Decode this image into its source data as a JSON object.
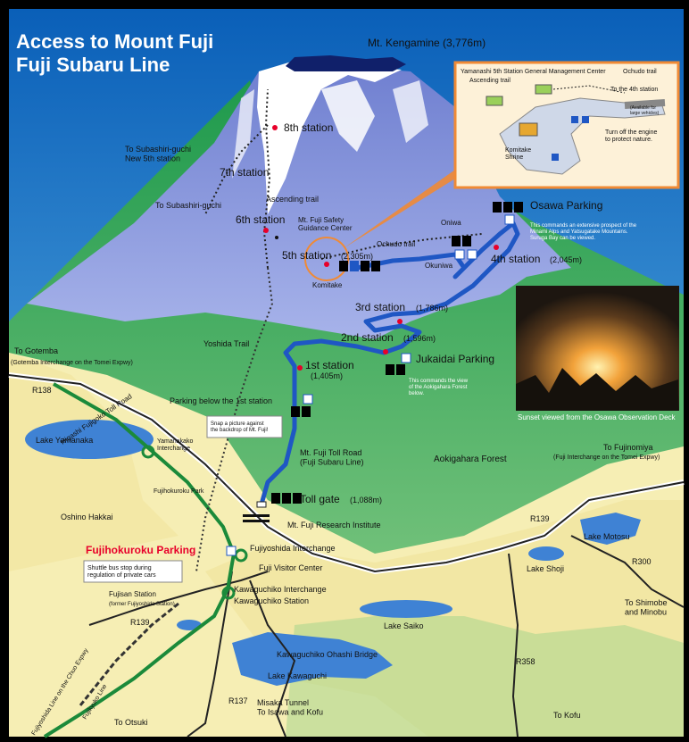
{
  "title": {
    "line1": "Access to Mount Fuji",
    "line2": "Fuji Subaru Line"
  },
  "summit": "Mt. Kengamine (3,776m)",
  "stations": {
    "s8": "8th station",
    "s7": "7th station",
    "s6": "6th station",
    "s5": "5th station",
    "s5_alt": "(2,305m)",
    "s4": "4th station",
    "s4_alt": "(2,045m)",
    "s3": "3rd station",
    "s3_alt": "(1,786m)",
    "s2": "2nd station",
    "s2_alt": "(1,596m)",
    "s1": "1st station",
    "s1_alt": "(1,405m)",
    "toll": "Toll gate",
    "toll_alt": "(1,088m)"
  },
  "labels": {
    "subashiri_new5": "To Subashiri-guchi\nNew 5th station",
    "subashiri": "To Subashiri-guchi",
    "ascending_trail": "Ascending trail",
    "safety_center": "Mt. Fuji Safety\nGuidance Center",
    "ochudo_trail": "Ochudo trail",
    "oniwa": "Oniwa",
    "okuniwa": "Okuniwa",
    "komitake": "Komitake",
    "yoshida_trail": "Yoshida Trail",
    "parking_below_1st": "Parking below the 1st station",
    "snap_note": "Snap a picture against\nthe backdrop of Mt. Fuji!",
    "toll_road": "Mt. Fuji Toll Road\n(Fuji Subaru Line)",
    "aokigahara": "Aokigahara Forest",
    "research_inst": "Mt. Fuji Research Institute",
    "fujiyoshida_ic": "Fujiyoshida Interchange",
    "visitor_center": "Fuji Visitor Center",
    "kawaguchiko_ic": "Kawaguchiko Interchange",
    "kawaguchiko_st": "Kawaguchiko Station",
    "fujisan_st": "Fujisan Station",
    "fujisan_st_note": "(former Fujiyoshida Station)",
    "ohashi": "Kawaguchiko Ohashi Bridge",
    "lake_kawaguchi": "Lake Kawaguchi",
    "lake_saiko": "Lake Saiko",
    "lake_shoji": "Lake Shoji",
    "lake_motosu": "Lake Motosu",
    "lake_yamanaka": "Lake Yamanaka",
    "oshino": "Oshino Hakkai",
    "fujihokuroku_park": "Fujihokuroku Park",
    "fujihokuroku_parking": "Fujihokuroku Parking",
    "shuttle_note": "Shuttle bus stop during\nregulation of private cars",
    "to_gotemba": "To Gotemba",
    "gotemba_ic": "(Gotemba Interchange on the Tomei Expwy)",
    "higashi_toll": "Higashi Fujigoko Toll Road",
    "yamanakako_ic": "Yamanakako\nInterchange",
    "to_fujinomiya": "To Fujinomiya",
    "fuji_ic": "(Fuji Interchange on the Tomei Expwy)",
    "to_shimobe": "To Shimobe\nand Minobu",
    "to_kofu": "To Kofu",
    "to_otsuki": "To Otsuki",
    "misaka": "Misaka Tunnel\nTo Isawa and Kofu",
    "chuo_expwy": "Fujiyoshida Line on the Chuo Expwy",
    "fujikyu": "Fujikyuko Line",
    "r138": "R138",
    "r139a": "R139",
    "r139b": "R139",
    "r137": "R137",
    "r300": "R300",
    "r358": "R358",
    "osawa_parking": "Osawa Parking",
    "osawa_note": "This commands an extensive prospect of the\nMinami Alps and Yatsugatake Mountains.\nSuruga Bay can be viewed.",
    "jukaidai": "Jukaidai Parking",
    "jukaidai_note": "This commands the view\nof the Aokigahara Forest\nbelow.",
    "sunset_caption": "Sunset viewed from the Osawa Observation Deck"
  },
  "inset": {
    "management_center": "Yamanashi 5th Station General Management Center",
    "ochudo": "Ochudo trail",
    "ascending": "Ascending trail",
    "to_4th": "To the 4th station",
    "large_vehicles": "(Available for\nlarge vehicles)",
    "turn_off": "Turn off the engine\nto protect nature.",
    "komitake_shrine": "Komitake\nShrine"
  },
  "colors": {
    "mountain": "#7d8fd6",
    "snow": "#ffffff",
    "forest": "#2fa85a",
    "land": "#f6eeb4",
    "lake": "#3f82d4",
    "toll_road": "#1f57c4",
    "highway": "#1b8a3a",
    "accent_red": "#e8002a",
    "inset_border": "#f08a35"
  }
}
